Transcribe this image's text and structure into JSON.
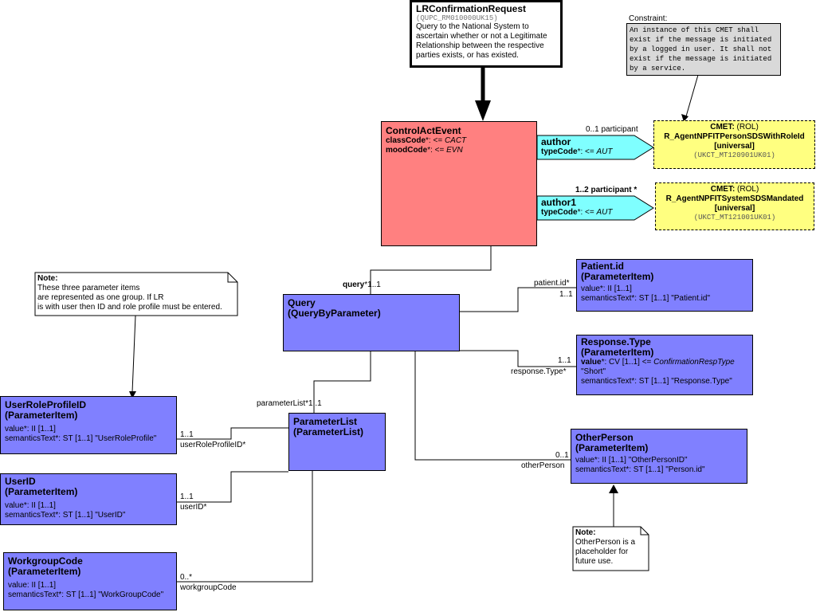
{
  "lr_request": {
    "title": "LRConfirmationRequest",
    "id": "(QUPC_RM010000UK15)",
    "description": [
      "Query to the National System to",
      "ascertain whether or not a Legitimate",
      "Relationship between the respective",
      "parties exists, or has existed."
    ]
  },
  "constraint": {
    "title": "Constraint:",
    "lines": [
      "An instance of this CMET shall",
      "exist if the message is initiated",
      "by a logged in user. It shall not",
      "exist if the message is initiated",
      "by a service."
    ]
  },
  "control_act": {
    "title": "ControlActEvent",
    "class_label": "classCode",
    "class_op": "*: <= ",
    "class_val": "CACT",
    "mood_label": "moodCode",
    "mood_op": "*: <= ",
    "mood_val": "EVN"
  },
  "author": {
    "title": "author",
    "attr_label": "typeCode",
    "attr_op": "*: <= ",
    "attr_val": "AUT",
    "participant": "0..1 participant"
  },
  "author1": {
    "title": "author1",
    "attr_label": "typeCode",
    "attr_op": "*: <= ",
    "attr_val": "AUT",
    "participant": "1..2 participant  *"
  },
  "cmet1": {
    "prefix": "CMET:",
    "suffix": " (ROL)",
    "name": "R_AgentNPFITPersonSDSWithRoleId",
    "qualifier": "[universal]",
    "id": "(UKCT_MT120901UK01)"
  },
  "cmet2": {
    "prefix": "CMET:",
    "suffix": " (ROL)",
    "name": "R_AgentNPFITSystemSDSMandated",
    "qualifier": "[universal]",
    "id": "(UKCT_MT121001UK01)"
  },
  "query_rel": {
    "name": "query",
    "mult": "*1..1"
  },
  "query": {
    "title1": "Query",
    "title2": "(QueryByParameter)"
  },
  "patient": {
    "title1": "Patient.id",
    "title2": "(ParameterItem)",
    "lines": [
      "value*: II [1..1]",
      "semanticsText*: ST [1..1] \"Patient.id\""
    ],
    "role": "patient.id*",
    "mult": "1..1"
  },
  "response": {
    "title1": "Response.Type",
    "title2": "(ParameterItem)",
    "value_label": "value",
    "value_text": "*: CV [1..1] <= ",
    "value_italic": "ConfirmationRespType",
    "line2": "\"Short\"",
    "line3": "semanticsText*: ST [1..1] \"Response.Type\"",
    "role": "response.Type*",
    "mult": "1..1"
  },
  "other_person": {
    "title1": "OtherPerson",
    "title2": "(ParameterItem)",
    "lines": [
      "value*: II [1..1] \"OtherPersonID\"",
      "semanticsText*: ST [1..1] \"Person.id\""
    ],
    "role": "otherPerson",
    "mult": "0..1"
  },
  "param_list": {
    "title1": "ParameterList",
    "title2": "(ParameterList)",
    "role": "parameterList",
    "mult": "*1..1"
  },
  "note1": {
    "title": "Note:",
    "lines": [
      "These three parameter items",
      "are represented as one group. If LR",
      "is with user then ID and role profile must be entered."
    ]
  },
  "note2": {
    "title": "Note:",
    "lines": [
      "OtherPerson is a",
      "placeholder for",
      "future use."
    ]
  },
  "user_role": {
    "title1": "UserRoleProfileID",
    "title2": "(ParameterItem)",
    "lines": [
      "value*: II [1..1]",
      "semanticsText*: ST [1..1] \"UserRoleProfile\""
    ],
    "role": "userRoleProfileID*",
    "mult": "1..1"
  },
  "user_id": {
    "title1": "UserID",
    "title2": "(ParameterItem)",
    "lines": [
      "value*: II [1..1]",
      "semanticsText*: ST [1..1] \"UserID\""
    ],
    "role": "userID*",
    "mult": "1..1"
  },
  "workgroup": {
    "title1": "WorkgroupCode",
    "title2": "(ParameterItem)",
    "lines": [
      "value: II [1..1]",
      "semanticsText*: ST [1..1] \"WorkGroupCode\""
    ],
    "role": "workgroupCode",
    "mult": "0..*"
  }
}
